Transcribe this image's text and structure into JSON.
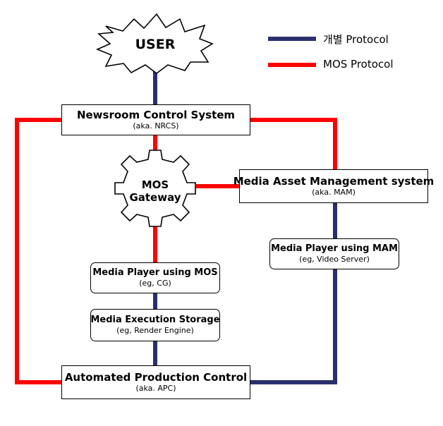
{
  "colors": {
    "individual": "#2b2f6e",
    "mos": "#ff0000",
    "border": "#000000"
  },
  "legend": [
    {
      "label": "개별 Protocol",
      "color": "#2b2f6e"
    },
    {
      "label": "MOS Protocol",
      "color": "#ff0000"
    }
  ],
  "user": {
    "label": "USER"
  },
  "gateway": {
    "line1": "MOS",
    "line2": "Gateway"
  },
  "nrcs": {
    "title": "Newsroom Control System",
    "sub": "(aka. NRCS)"
  },
  "mam": {
    "title": "Media Asset Management system",
    "sub": "(aka. MAM)"
  },
  "player_mam": {
    "title": "Media Player using MAM",
    "sub": "(eg, Video Server)"
  },
  "player_mos": {
    "title": "Media Player using MOS",
    "sub": "(eg, CG)"
  },
  "storage": {
    "title": "Media Execution Storage",
    "sub": "(eg, Render Engine)"
  },
  "apc": {
    "title": "Automated Production Control",
    "sub": "(aka. APC)"
  }
}
